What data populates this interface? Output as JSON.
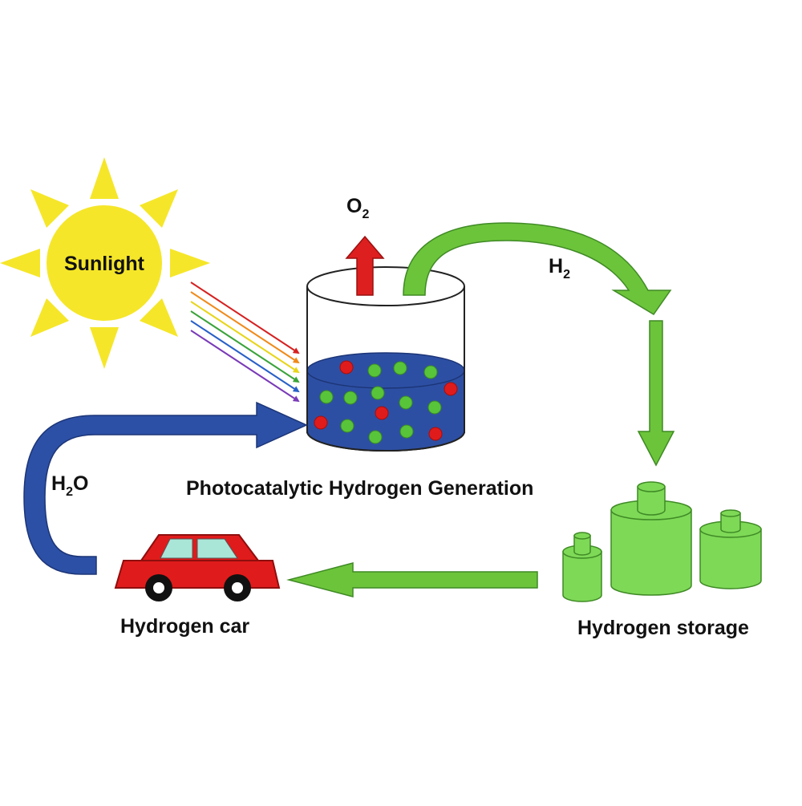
{
  "labels": {
    "sunlight": "Sunlight",
    "o2": {
      "base": "O",
      "sub": "2"
    },
    "h2": {
      "base": "H",
      "sub": "2"
    },
    "h2o": {
      "base": "H",
      "sub": "2",
      "rest": "O"
    },
    "process": "Photocatalytic Hydrogen Generation",
    "car": "Hydrogen car",
    "storage": "Hydrogen storage"
  },
  "colors": {
    "sun": "#f5e62a",
    "water": "#2d4fa3",
    "hydrogen_arrow": "#6cc43a",
    "oxygen_arrow": "#dd1f1f",
    "water_arrow": "#2c50a6",
    "tanks": "#7ed957",
    "car_body": "#e01b1b",
    "particle_red": "#e01b1b",
    "particle_green": "#58c43a",
    "light_rays": [
      "#d62020",
      "#f08a1a",
      "#e8d51c",
      "#3aa33a",
      "#2860c8",
      "#7a3ab8"
    ]
  }
}
